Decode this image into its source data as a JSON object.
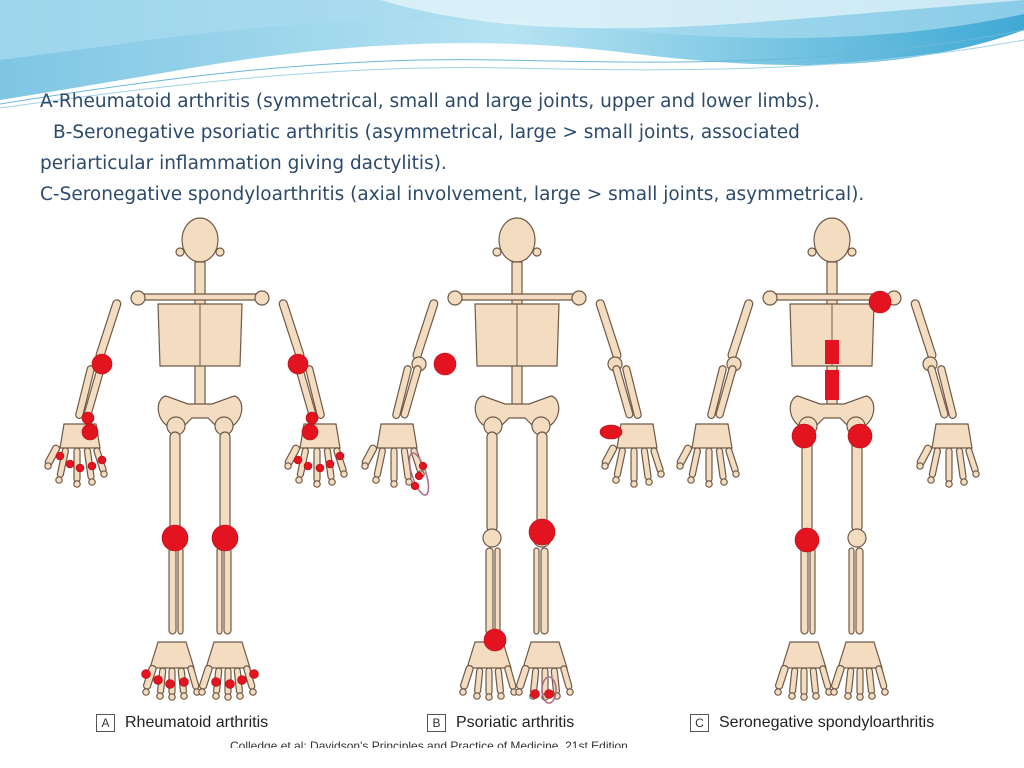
{
  "caption": {
    "line1": "A-Rheumatoid arthritis (symmetrical, small and large joints, upper and lower limbs).",
    "line2": "B-Seronegative psoriatic arthritis (asymmetrical, large > small joints, associated",
    "line3": "periarticular inflammation giving dactylitis).",
    "line4": "C-Seronegative spondyloarthritis (axial involvement, large > small joints, asymmetrical)."
  },
  "panels": [
    {
      "letter": "A",
      "title": "Rheumatoid arthritis"
    },
    {
      "letter": "B",
      "title": "Psoriatic arthritis"
    },
    {
      "letter": "C",
      "title": "Seronegative spondyloarthritis"
    }
  ],
  "source": "Colledge et al: Davidson's Principles and Practice of Medicine, 21st Edition",
  "colors": {
    "bone": "#f4dcc0",
    "bone_outline": "#6e5a47",
    "inflamed_joint": "#e3131f",
    "header_wave": "#4bb4d8",
    "caption_text": "#2c4a6a"
  }
}
